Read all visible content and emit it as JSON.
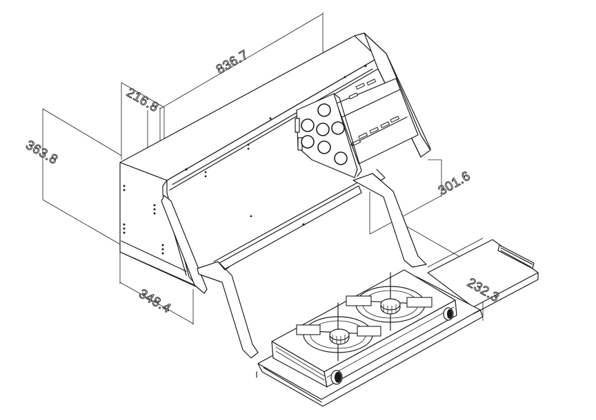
{
  "dimensions": {
    "width": "836.7",
    "top_depth": "216.8",
    "height": "363.8",
    "base_depth": "348.4",
    "side_height": "301.6",
    "tray_depth": "232.3"
  },
  "colors": {
    "line": "#1a1a1a",
    "background": "#ffffff"
  }
}
